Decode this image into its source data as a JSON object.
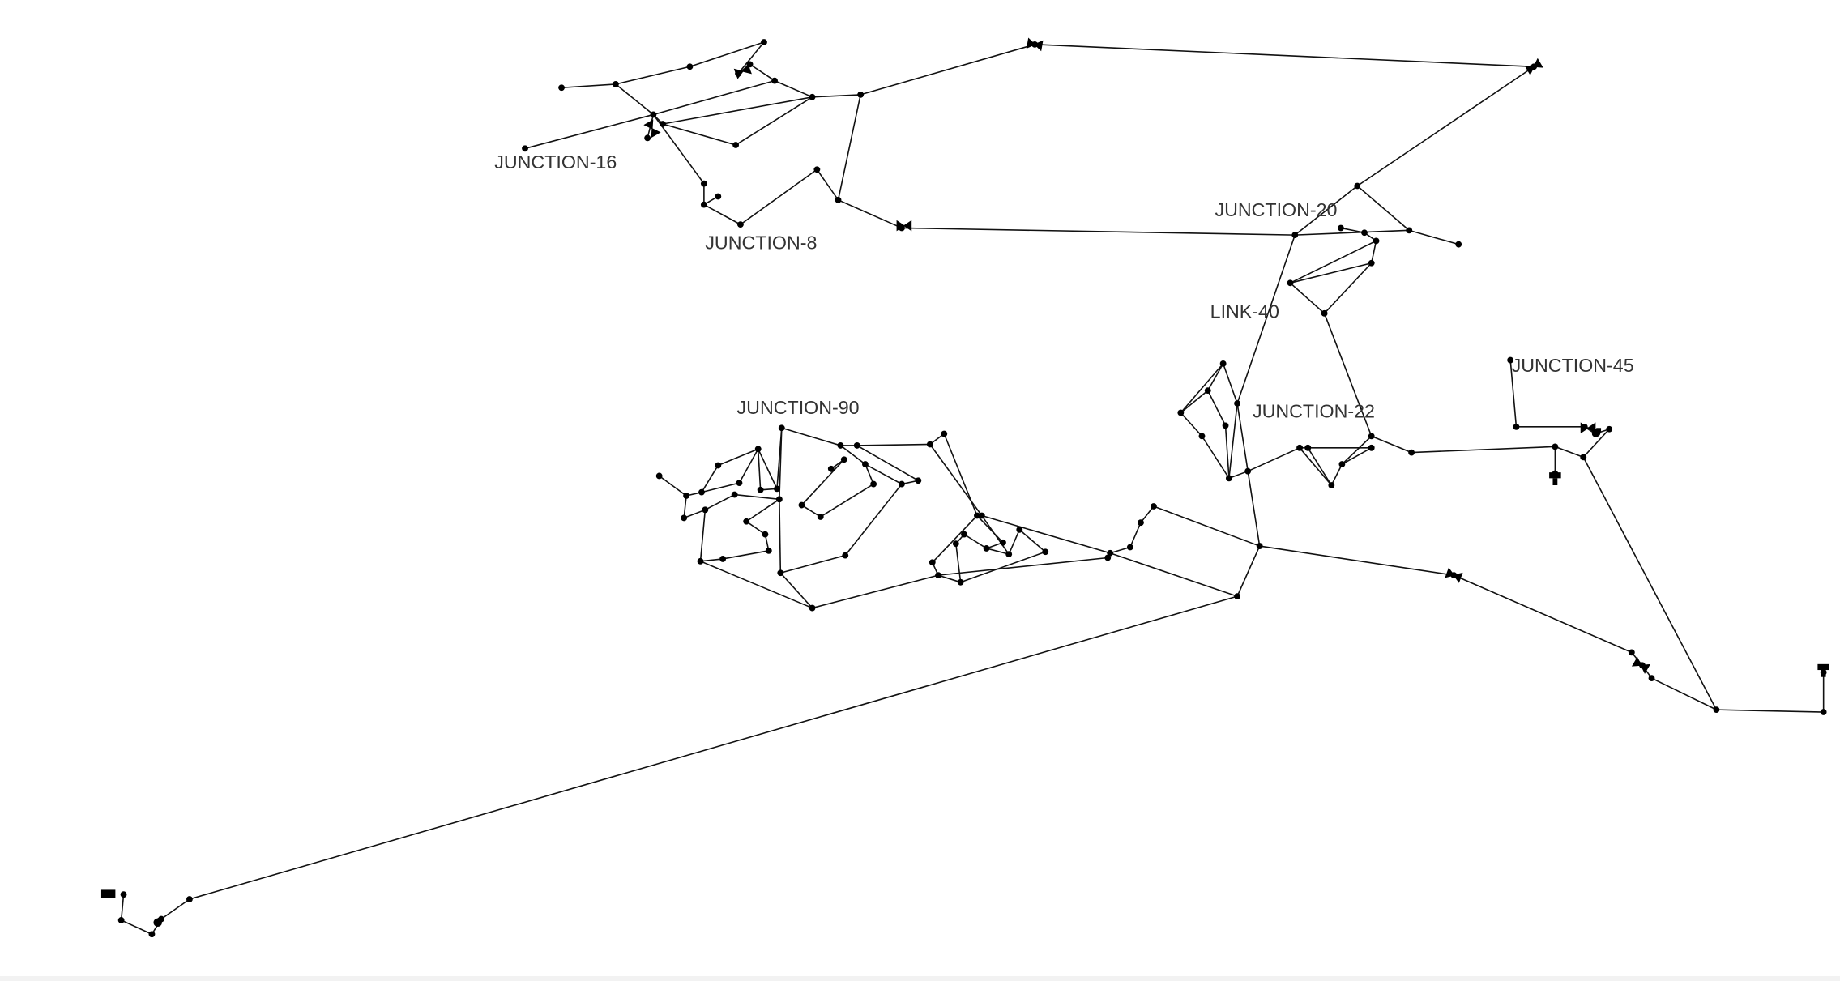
{
  "labels": {
    "junction_16": "JUNCTION-16",
    "junction_8": "JUNCTION-8",
    "junction_20": "JUNCTION-20",
    "link_40": "LINK-40",
    "junction_45": "JUNCTION-45",
    "junction_22": "JUNCTION-22",
    "junction_90": "JUNCTION-90"
  },
  "colors": {
    "background": "#ffffff",
    "line": "#111111",
    "node": "#000000",
    "label": "#333333"
  },
  "icons": {
    "junction": "dot-node-icon",
    "valve": "bowtie-valve-icon",
    "pump": "pump-icon",
    "tank": "tank-icon",
    "reservoir": "reservoir-icon"
  }
}
